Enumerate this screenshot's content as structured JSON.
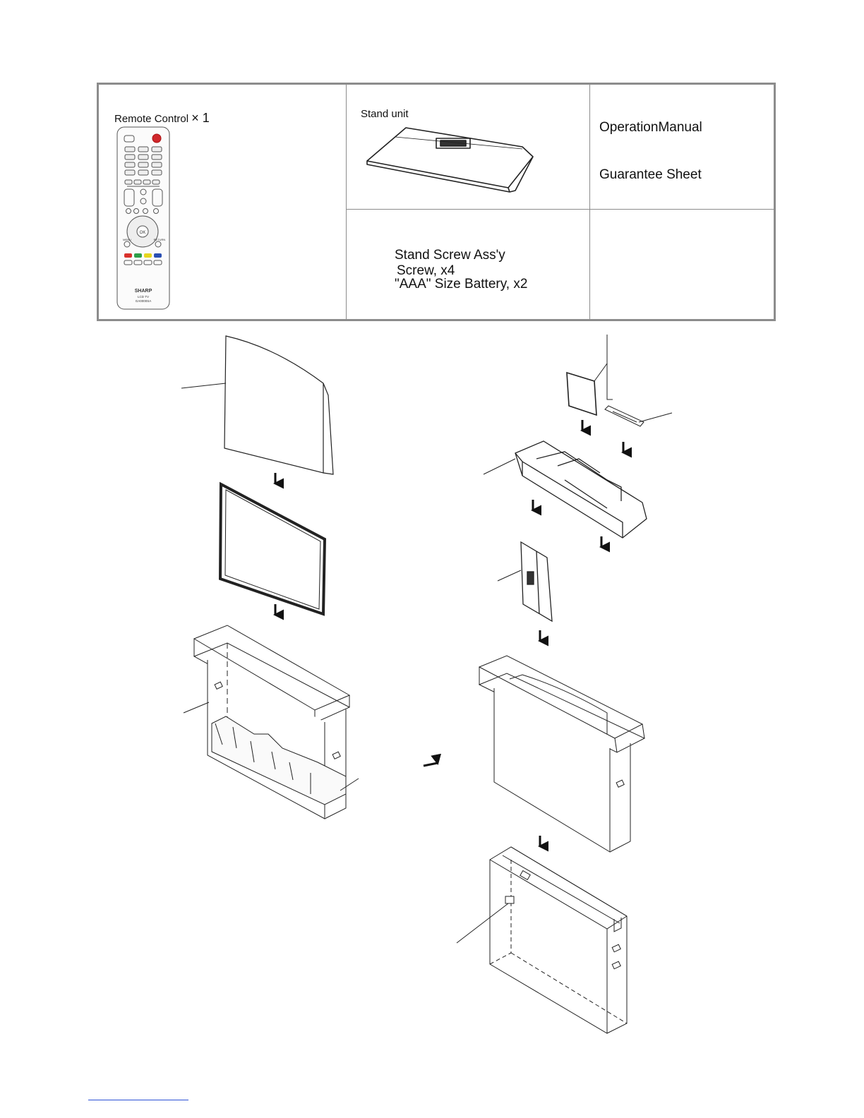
{
  "accessories": {
    "remote_label": "Remote Control",
    "remote_qty": "× 1",
    "stand_unit_label": "Stand unit",
    "operation_manual": "OperationManual",
    "guarantee_sheet": "Guarantee Sheet",
    "stand_screw_assy": "Stand Screw Ass'y",
    "screw_line": "Screw, x4",
    "battery_line": "\"AAA\" Size Battery, x2"
  },
  "remote": {
    "brand": "SHARP",
    "model_line1": "LCD TV",
    "model_line2": "GA0000SA",
    "ok_label": "OK",
    "return_label": "RETURN",
    "menu_label": "MENU"
  },
  "colors": {
    "frame": "#8c8c8c",
    "line_art": "#222222",
    "power_button": "#d0282c",
    "key_red": "#d9312b",
    "key_green": "#2e9e48",
    "key_yellow": "#e6d61e",
    "key_blue": "#2a4fb3",
    "link_rule": "#2b4fd6"
  }
}
